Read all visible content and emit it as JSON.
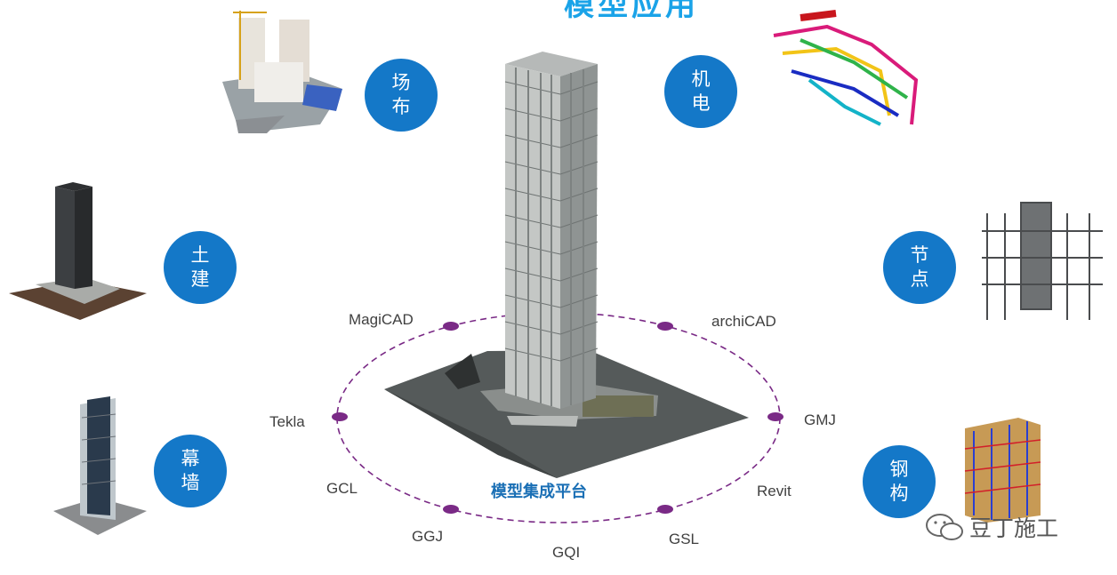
{
  "title": "模型应用",
  "center_label": "模型集成平台",
  "categories": {
    "site": "场布",
    "mep": "机电",
    "civil": "土建",
    "node": "节点",
    "curtain": "幕墙",
    "steel": "钢构"
  },
  "software": {
    "magicad": "MagiCAD",
    "archicad": "archiCAD",
    "tekla": "Tekla",
    "gmj": "GMJ",
    "gcl": "GCL",
    "revit": "Revit",
    "ggj": "GGJ",
    "gsl": "GSL",
    "gqi": "GQI"
  },
  "watermark": "豆丁施工",
  "colors": {
    "circle": "#1478c8",
    "ring": "#7a2a86",
    "title": "#1aa3e8"
  }
}
